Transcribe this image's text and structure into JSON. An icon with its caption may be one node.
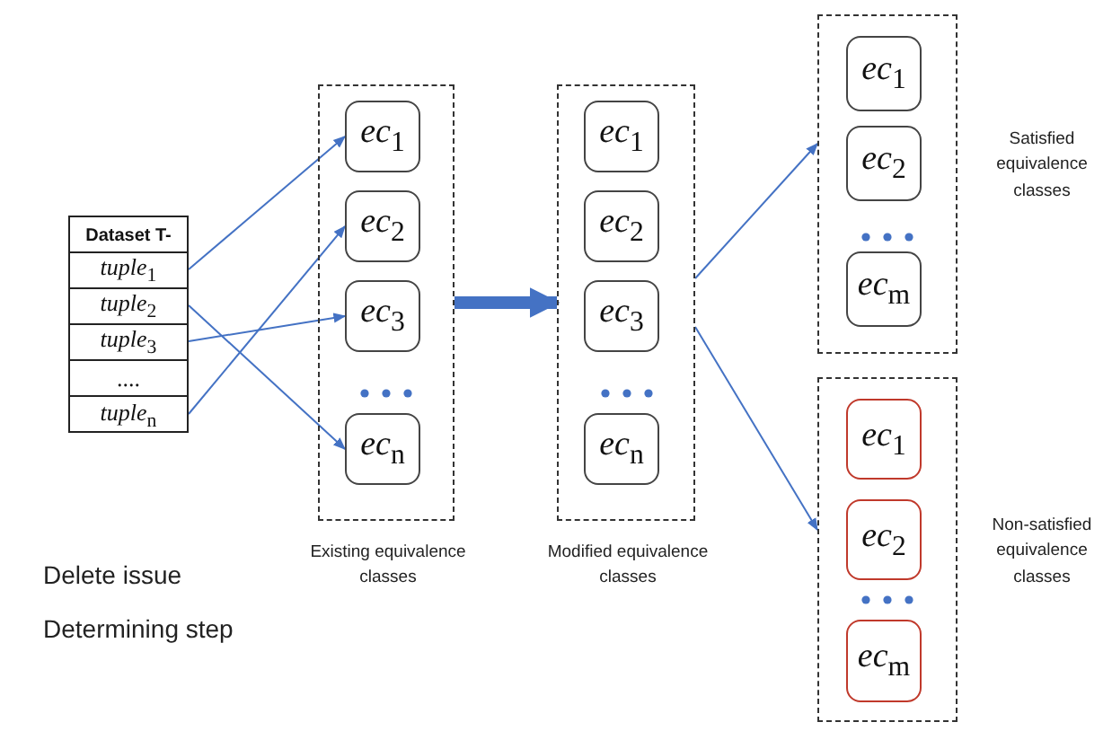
{
  "diagram": {
    "nodes": [
      {
        "text": [
          "Dataset T-"
        ]
      },
      {
        "text": [
          "*tuple*$_{1}$"
        ],
        "in": 0
      },
      {
        "text": [
          "*tuple*$_{2}$"
        ],
        "in": 0
      },
      {
        "text": [
          "*tuple*$_{3}$"
        ],
        "in": 0
      },
      {
        "text": [
          "...."
        ],
        "in": 0
      },
      {
        "text": [
          "*tuple*$_{n}$"
        ],
        "in": 0
      },
      {
        "text": [],
        "shape": "box",
        "beside": [
          "Existing equivalence classes"
        ]
      },
      {
        "text": [
          "*ec*$_{1}$"
        ],
        "in": 6
      },
      {
        "text": [
          "*ec*$_{2}$"
        ],
        "in": 6
      },
      {
        "text": [
          "*ec*$_{3}$"
        ],
        "in": 6
      },
      {
        "text": [
          "*ec*$_{n}$"
        ],
        "in": 6
      },
      {
        "text": [],
        "shape": "box",
        "beside": [
          "Modified equivalence classes"
        ]
      },
      {
        "text": [
          "*ec*$_{1}$"
        ],
        "in": 11
      },
      {
        "text": [
          "*ec*$_{2}$"
        ],
        "in": 11
      },
      {
        "text": [
          "*ec*$_{3}$"
        ],
        "in": 11
      },
      {
        "text": [
          "*ec*$_{n}$"
        ],
        "in": 11
      },
      {
        "text": [],
        "shape": "box",
        "beside": [
          "Satisfied equivalence classes"
        ]
      },
      {
        "text": [
          "*ec*$_{1}$"
        ],
        "in": 16
      },
      {
        "text": [
          "*ec*$_{2}$"
        ],
        "in": 16
      },
      {
        "text": [
          "*ec*$_{m}$"
        ],
        "in": 16
      },
      {
        "text": [],
        "shape": "box",
        "beside": [
          "Non-satisfied equivalence classes"
        ]
      },
      {
        "text": [
          "*ec*$_{1}$"
        ],
        "in": 20
      },
      {
        "text": [
          "*ec*$_{2}$"
        ],
        "in": 20
      },
      {
        "text": [
          "*ec*$_{m}$"
        ],
        "in": 20
      }
    ],
    "edges": [
      {
        "from": 1,
        "to": 7,
        "arrow": "to"
      },
      {
        "from": 2,
        "to": 10,
        "arrow": "to"
      },
      {
        "from": 3,
        "to": 9,
        "arrow": "to"
      },
      {
        "from": 5,
        "to": 8,
        "arrow": "to"
      },
      {
        "from": 6,
        "to": 11,
        "arrow": "to",
        "style": "thick"
      },
      {
        "from": 11,
        "to": 16,
        "arrow": "to"
      },
      {
        "from": 11,
        "to": 20,
        "arrow": "to"
      }
    ],
    "labels": [
      "Delete issue",
      "Determining step"
    ]
  }
}
